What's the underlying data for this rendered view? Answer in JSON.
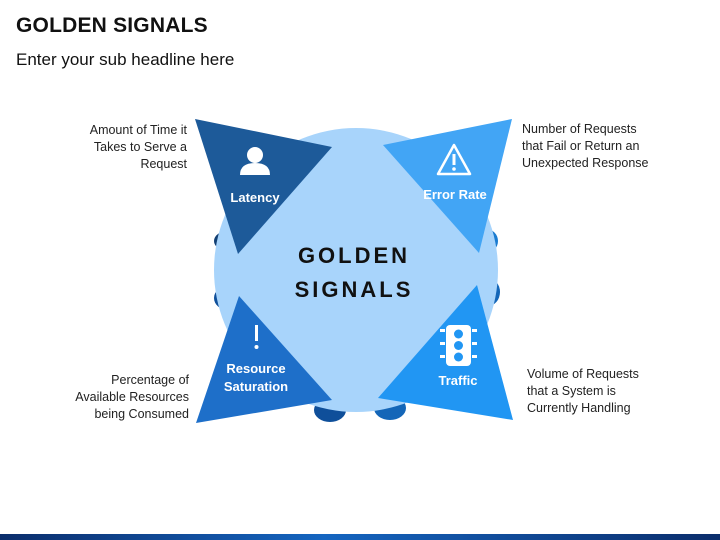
{
  "header": {
    "title": "GOLDEN SIGNALS",
    "subtitle": "Enter your sub headline here"
  },
  "center": {
    "line1": "GOLDEN",
    "line2": "SIGNALS"
  },
  "signals": [
    {
      "label": "Latency",
      "icon": "user-icon",
      "color": "#1d5a99",
      "description": [
        "Amount of Time it",
        "Takes to Serve a",
        "Request"
      ]
    },
    {
      "label": "Error Rate",
      "icon": "warning-icon",
      "color": "#42a5f5",
      "description": [
        "Number of Requests",
        "that Fail or Return an",
        "Unexpected Response"
      ]
    },
    {
      "label_lines": [
        "Resource",
        "Saturation"
      ],
      "icon": "exclamation-icon",
      "color": "#1e6fc9",
      "description": [
        "Percentage of",
        "Available Resources",
        "being Consumed"
      ]
    },
    {
      "label": "Traffic",
      "icon": "traffic-light-icon",
      "color": "#2196f3",
      "description": [
        "Volume of Requests",
        "that a System is",
        "Currently Handling"
      ]
    }
  ],
  "colors": {
    "circle": "#a8d4fb",
    "text_dark": "#111111",
    "bottom_bar": "#0b3a86"
  }
}
